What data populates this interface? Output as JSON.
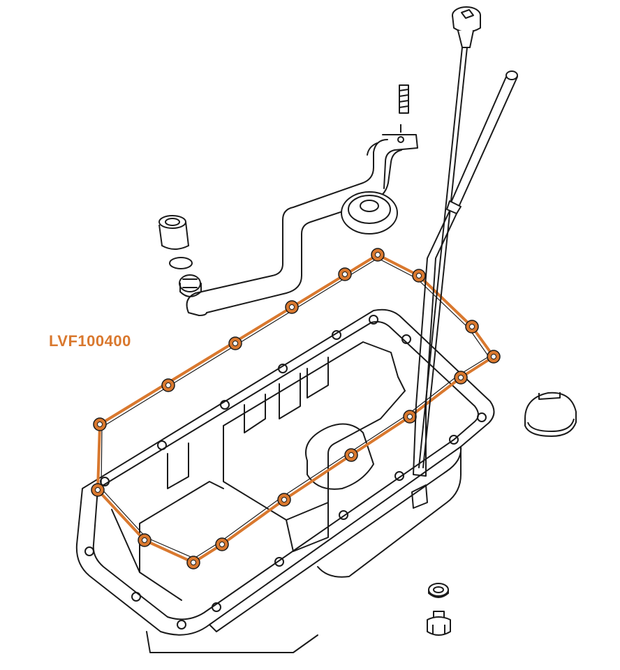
{
  "diagram": {
    "part_label": "LVF100400",
    "colors": {
      "highlight": "#d9782e",
      "line": "#1a1a1a",
      "background": "#ffffff"
    },
    "components": [
      "oil-pan",
      "oil-pan-gasket",
      "oil-pickup-tube",
      "dipstick",
      "dipstick-tube",
      "drain-plug",
      "drain-plug-washer",
      "stud",
      "spacer-sleeve",
      "o-ring",
      "blanking-plug"
    ]
  }
}
